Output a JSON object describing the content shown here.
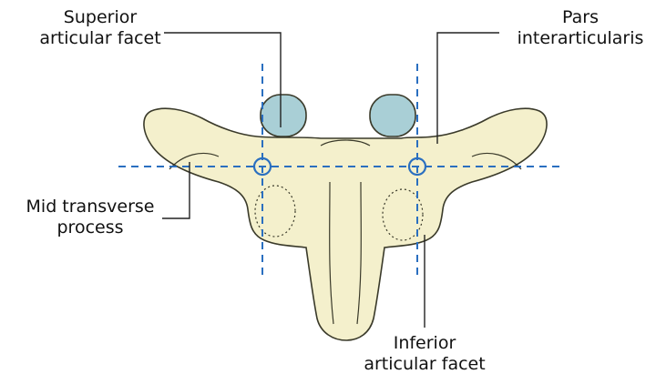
{
  "labels": {
    "superior": {
      "line1": "Superior",
      "line2": "articular facet"
    },
    "pars": {
      "line1": "Pars",
      "line2": "interarticularis"
    },
    "mid": {
      "line1": "Mid transverse",
      "line2": "process"
    },
    "inferior": {
      "line1": "Inferior",
      "line2": "articular facet"
    }
  },
  "colors": {
    "bone_fill": "#f4f0cc",
    "bone_stroke": "#3a3a2a",
    "facet_fill": "#a9cfd6",
    "guide_line": "#2a6fc0",
    "leader_line": "#222222"
  }
}
